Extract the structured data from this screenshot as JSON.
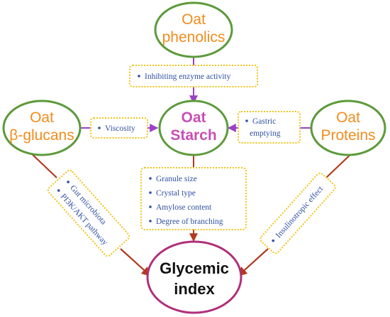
{
  "nodes": {
    "phenolics": {
      "line1": "Oat",
      "line2": "phenolics"
    },
    "glucans": {
      "line1": "Oat",
      "line2": "β-glucans"
    },
    "starch": {
      "line1": "Oat",
      "line2": "Starch"
    },
    "proteins": {
      "line1": "Oat",
      "line2": "Proteins"
    },
    "glycemic": {
      "line1": "Glycemic",
      "line2": "index"
    }
  },
  "labels": {
    "phenolics": [
      "Inhibiting enzyme activity"
    ],
    "glucans": [
      "Viscosity"
    ],
    "proteins": [
      "Gastric",
      "emptying"
    ],
    "starch": [
      "Granule size",
      "Crystal type",
      "Amylose content",
      "Degree of branching"
    ],
    "gut": [
      "Gut microbiota",
      "PI3K/AKT pathway"
    ],
    "insulin": [
      "Insulinotropic effect"
    ]
  },
  "colors": {
    "oval_border": "#5c9a3a",
    "glycemic_border": "#b0307a",
    "orange_text": "#f28c1e",
    "starch_text": "#c94fb5",
    "arrow_purple": "#9b40c8",
    "arrow_brown": "#b13a1e",
    "box_border": "#f0c419",
    "box_text": "#2e4fa3"
  }
}
